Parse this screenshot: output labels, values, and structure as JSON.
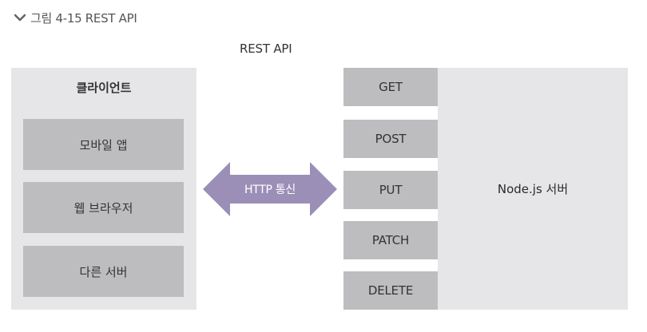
{
  "caption": {
    "text": "그림 4-15 REST API"
  },
  "diagram": {
    "title": "REST API",
    "client": {
      "title": "클라이언트",
      "items": [
        {
          "label": "모바일 앱"
        },
        {
          "label": "웹 브라우저"
        },
        {
          "label": "다른 서버"
        }
      ]
    },
    "connection": {
      "label": "HTTP 통신"
    },
    "methods": [
      {
        "label": "GET"
      },
      {
        "label": "POST"
      },
      {
        "label": "PUT"
      },
      {
        "label": "PATCH"
      },
      {
        "label": "DELETE"
      }
    ],
    "server": {
      "label": "Node.js 서버"
    }
  },
  "colors": {
    "panel": "#e6e6e8",
    "box": "#bdbdbf",
    "arrow": "#9b8fb8"
  }
}
